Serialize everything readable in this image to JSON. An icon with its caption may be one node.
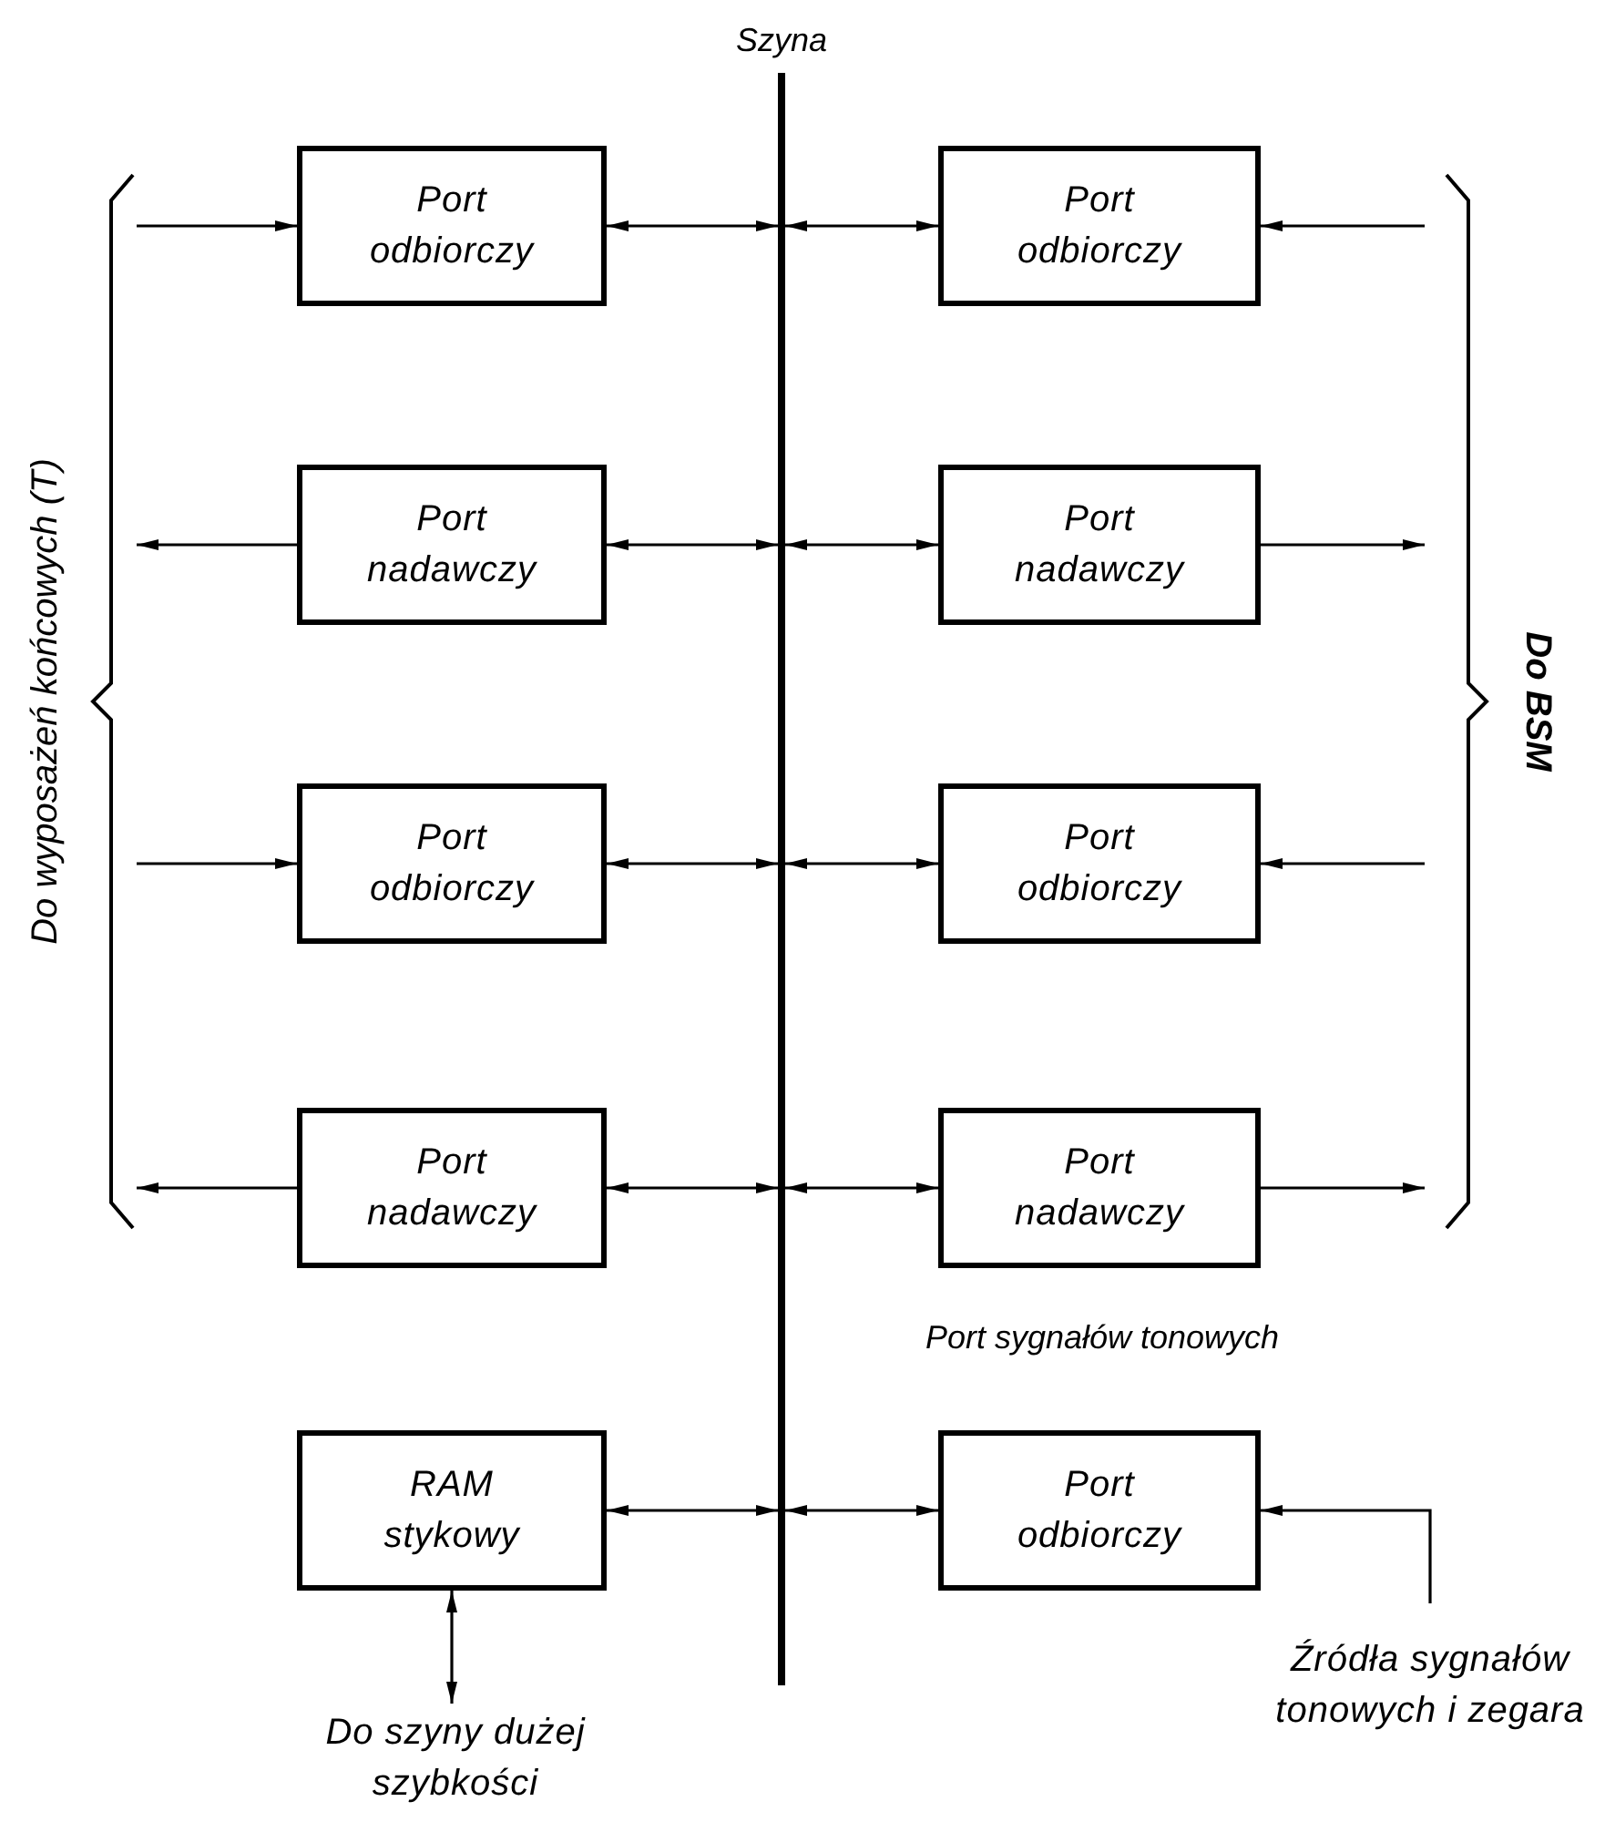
{
  "diagram": {
    "nodes": [
      {
        "text": [],
        "shape": "bar",
        "beside": [
          "Szyna"
        ]
      },
      {
        "text": [
          "Port odbiorczy"
        ]
      },
      {
        "text": [
          "Port nadawczy"
        ]
      },
      {
        "text": [
          "Port odbiorczy"
        ]
      },
      {
        "text": [
          "Port nadawczy"
        ]
      },
      {
        "text": [
          "RAM stykowy"
        ]
      },
      {
        "text": [
          "Port odbiorczy"
        ]
      },
      {
        "text": [
          "Port nadawczy"
        ]
      },
      {
        "text": [
          "Port odbiorczy"
        ]
      },
      {
        "text": [
          "Port nadawczy"
        ]
      },
      {
        "text": [
          "Port odbiorczy"
        ],
        "beside": [
          "Port sygnałów tonowych"
        ]
      },
      {
        "text": [
          "Do wyposażeń końcowych (T)"
        ]
      },
      {
        "text": [
          "Do BSM"
        ]
      },
      {
        "text": [
          "Do szyny dużej szybkości"
        ]
      },
      {
        "text": [
          "Źródła sygnałów tonowych i zegara"
        ]
      }
    ],
    "edges": [
      {
        "from": 11,
        "to": 1,
        "arrow": "to"
      },
      {
        "from": 2,
        "to": 11,
        "arrow": "to"
      },
      {
        "from": 11,
        "to": 3,
        "arrow": "to"
      },
      {
        "from": 4,
        "to": 11,
        "arrow": "to"
      },
      {
        "from": 1,
        "to": 0,
        "arrow": "both"
      },
      {
        "from": 2,
        "to": 0,
        "arrow": "both"
      },
      {
        "from": 3,
        "to": 0,
        "arrow": "both"
      },
      {
        "from": 4,
        "to": 0,
        "arrow": "both"
      },
      {
        "from": 5,
        "to": 0,
        "arrow": "both"
      },
      {
        "from": 0,
        "to": 6,
        "arrow": "both"
      },
      {
        "from": 0,
        "to": 7,
        "arrow": "both"
      },
      {
        "from": 0,
        "to": 8,
        "arrow": "both"
      },
      {
        "from": 0,
        "to": 9,
        "arrow": "both"
      },
      {
        "from": 0,
        "to": 10,
        "arrow": "both"
      },
      {
        "from": 12,
        "to": 6,
        "arrow": "to"
      },
      {
        "from": 7,
        "to": 12,
        "arrow": "to"
      },
      {
        "from": 12,
        "to": 8,
        "arrow": "to"
      },
      {
        "from": 9,
        "to": 12,
        "arrow": "to"
      },
      {
        "from": 5,
        "to": 13,
        "arrow": "both"
      },
      {
        "from": 14,
        "to": 10,
        "arrow": "to"
      }
    ]
  }
}
